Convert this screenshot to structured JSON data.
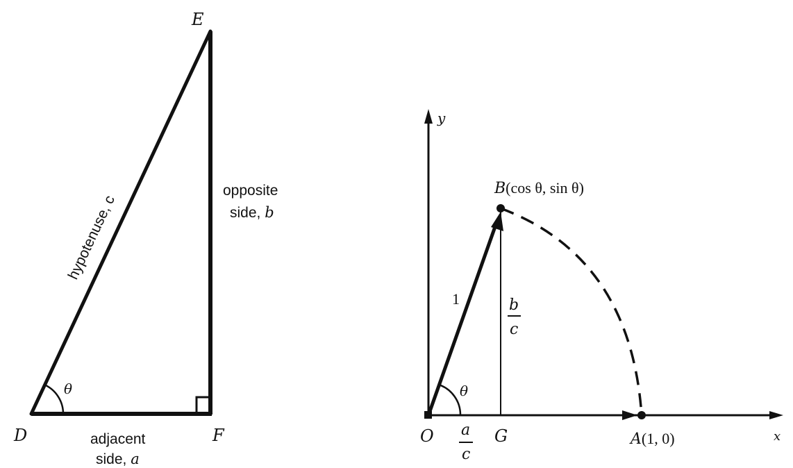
{
  "left_triangle": {
    "vertex_d": "D",
    "vertex_e": "E",
    "vertex_f": "F",
    "angle": "θ",
    "hypotenuse": "hypotenuse, c",
    "opposite_line1": "opposite",
    "opposite_line2_prefix": "side, ",
    "opposite_var": "b",
    "adjacent_line1": "adjacent",
    "adjacent_line2_prefix": "side, ",
    "adjacent_var": "a"
  },
  "unit_circle": {
    "y_axis": "y",
    "x_axis": "x",
    "origin": "O",
    "angle": "θ",
    "radius": "1",
    "point_b_name": "B",
    "point_b_coords": "(cos θ, sin θ)",
    "point_a_name": "A",
    "point_a_coords": "(1, 0)",
    "point_g": "G",
    "frac_b_num": "b",
    "frac_b_den": "c",
    "frac_a_num": "a",
    "frac_a_den": "c"
  },
  "colors": {
    "ink": "#111111",
    "background": "#ffffff"
  }
}
